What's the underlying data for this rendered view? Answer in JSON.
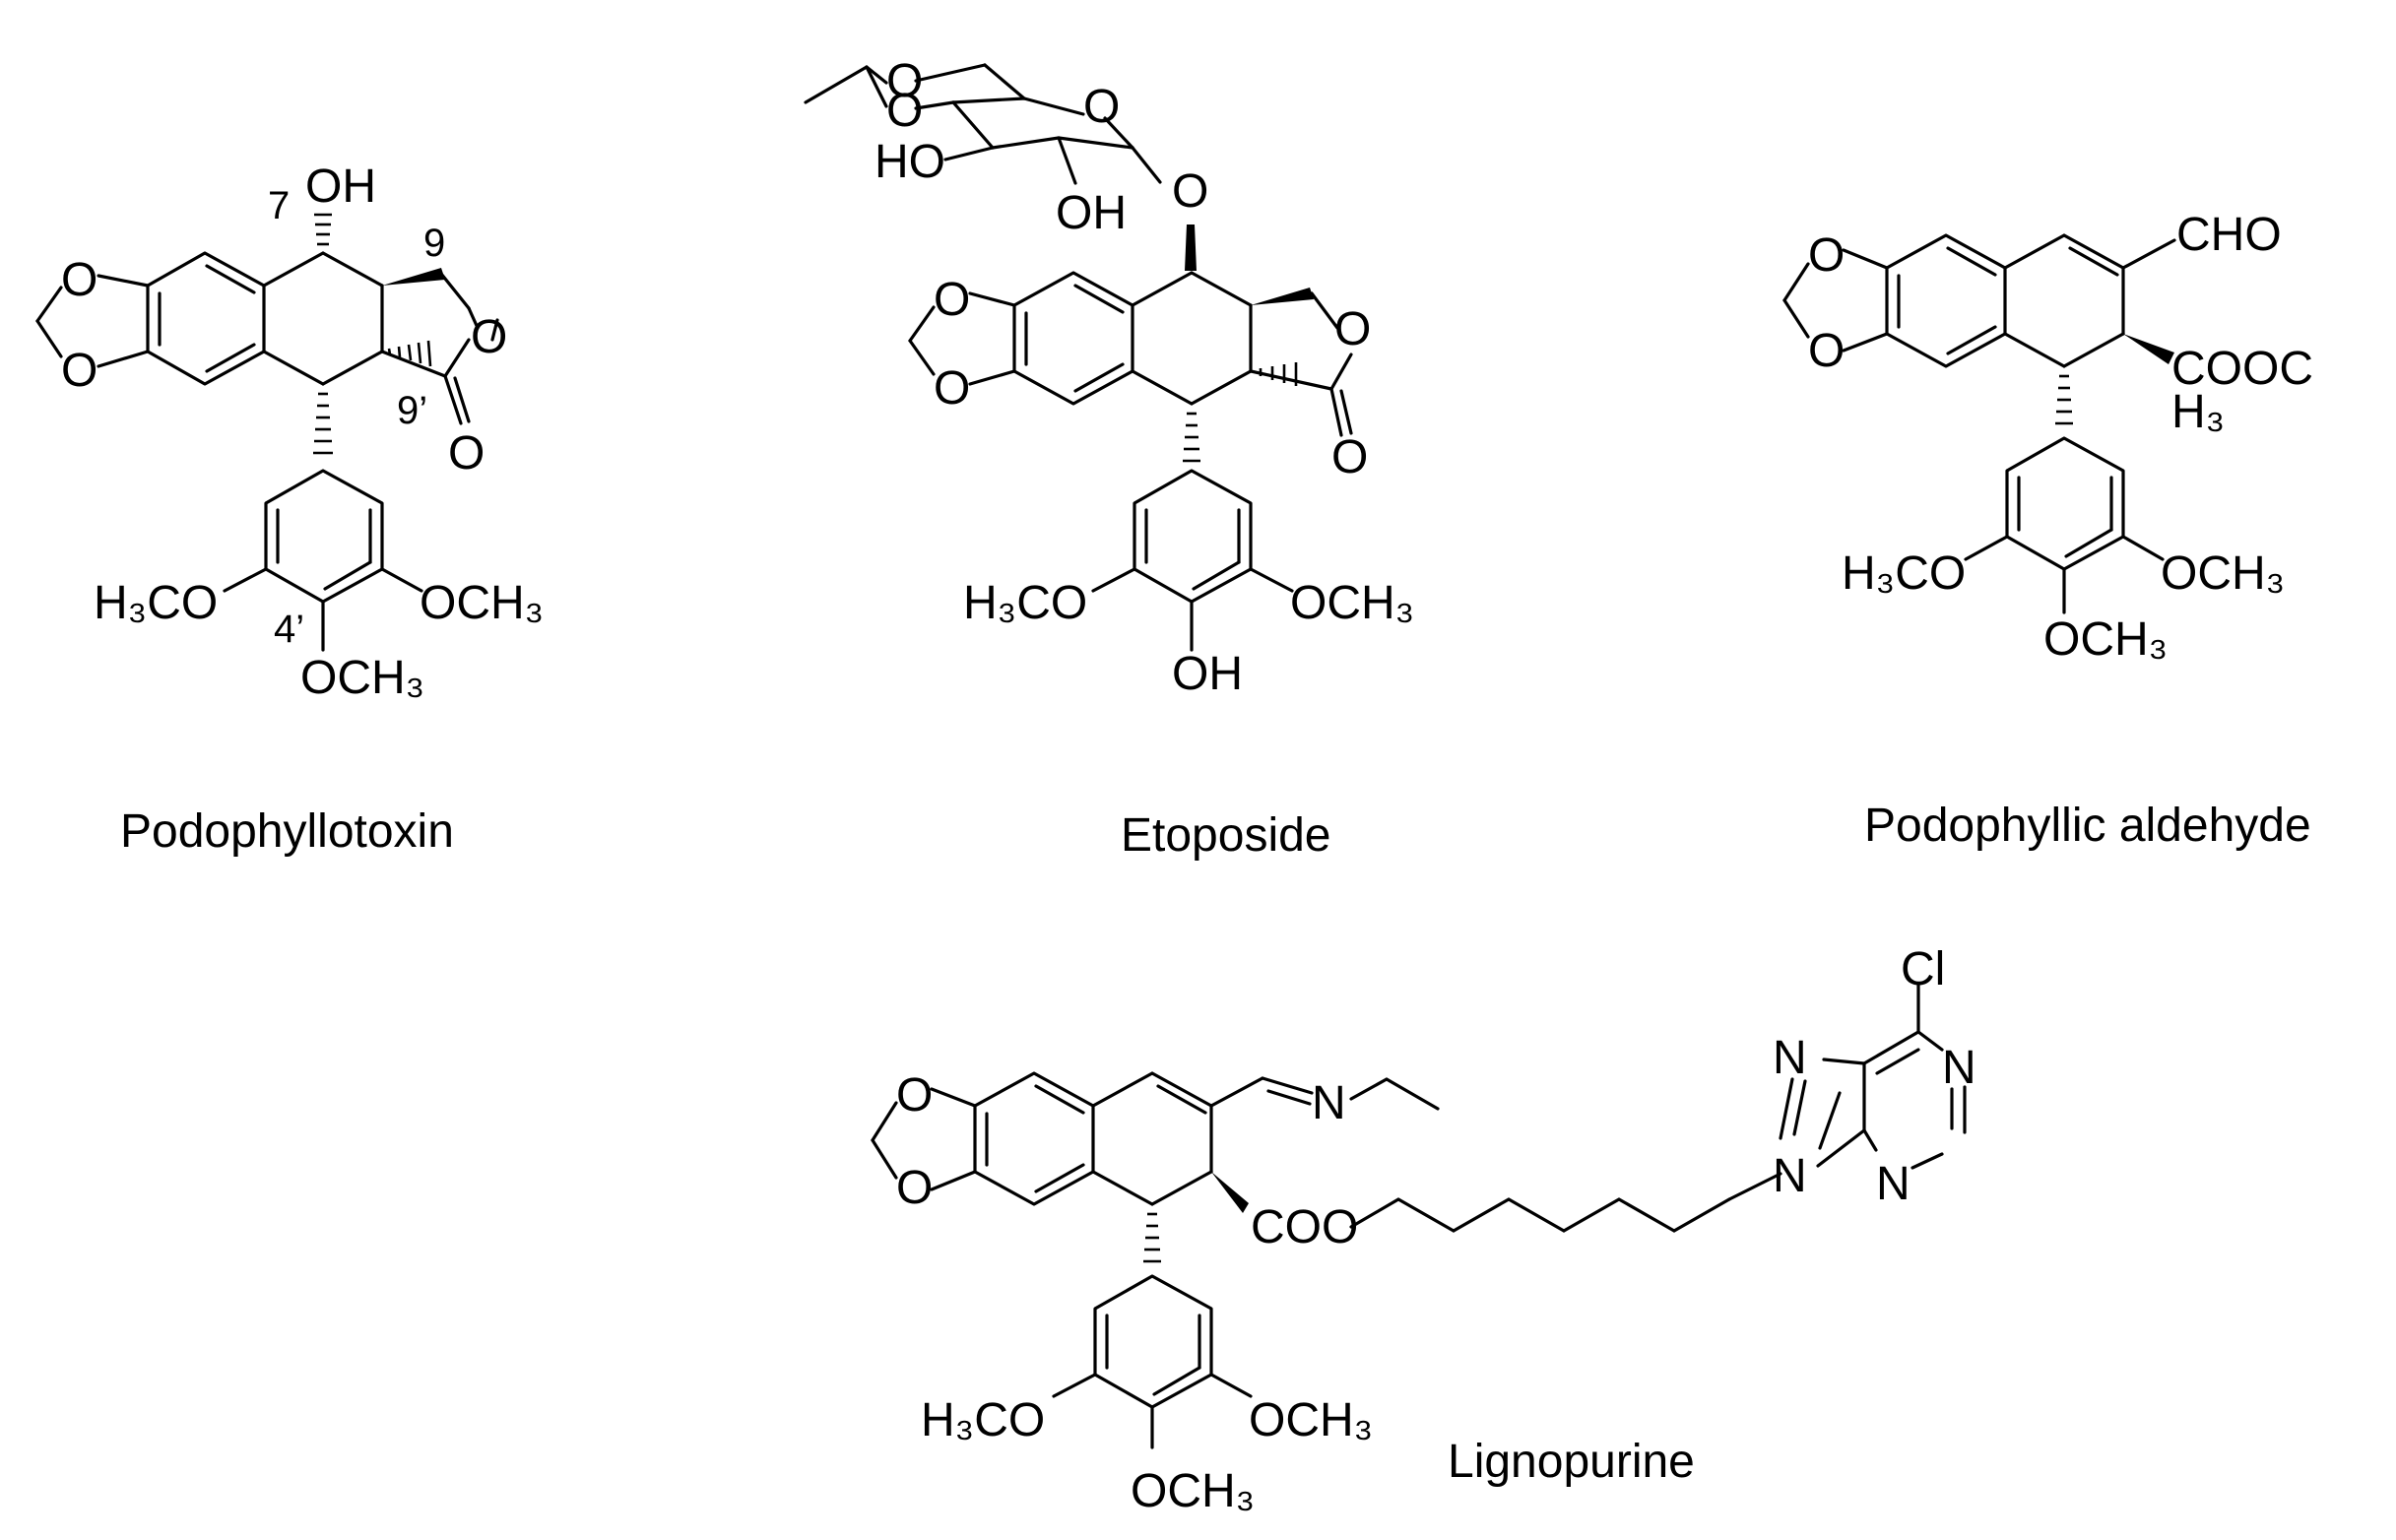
{
  "compounds": [
    {
      "name": "Podophyllotoxin"
    },
    {
      "name": "Etoposide"
    },
    {
      "name": "Podophyllic aldehyde"
    },
    {
      "name": "Lignopurine"
    }
  ],
  "labels": {
    "OH": "OH",
    "O": "O",
    "N": "N",
    "Cl": "Cl",
    "CHO": "CHO",
    "COOC": "COOC",
    "COO": "COO",
    "H3CO": "H₃CO",
    "OCH3": "OCH₃",
    "H3": "H₃",
    "num_7": "7",
    "num_9": "9",
    "num_9p": "9’",
    "num_4p": "4’"
  }
}
